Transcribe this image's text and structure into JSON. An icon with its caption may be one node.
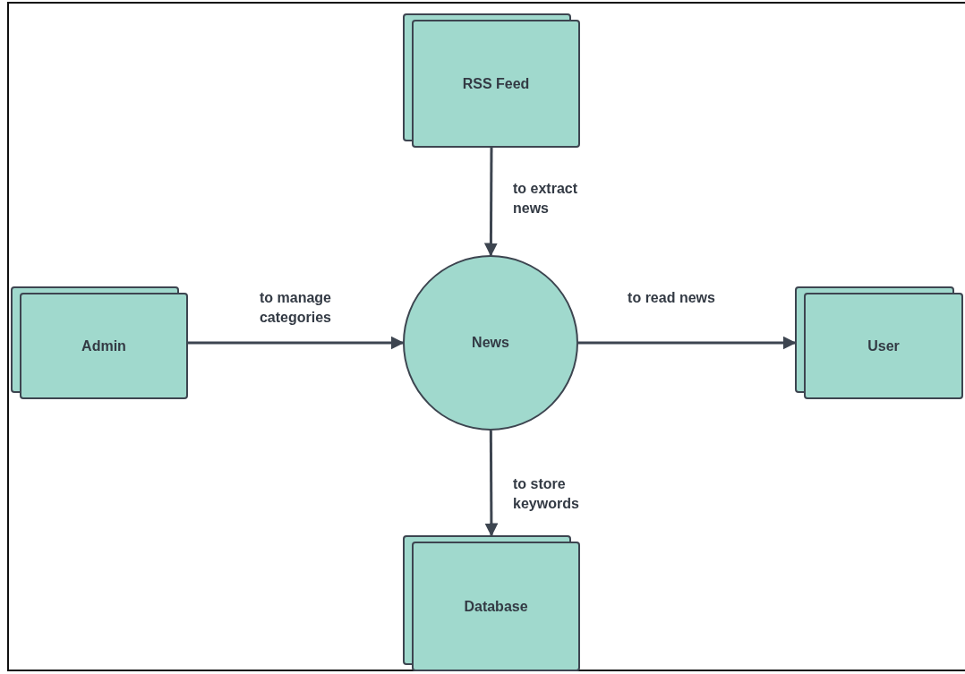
{
  "diagram": {
    "nodes": [
      {
        "text": [
          "RSS Feed"
        ]
      },
      {
        "text": [
          "Admin"
        ]
      },
      {
        "text": [
          "News"
        ]
      },
      {
        "text": [
          "User"
        ]
      },
      {
        "text": [
          "Database"
        ]
      }
    ],
    "edges": [
      {
        "from": 0,
        "to": 2,
        "arrow": "to",
        "label": "to extract news"
      },
      {
        "from": 1,
        "to": 2,
        "arrow": "to",
        "label": "to manage categories"
      },
      {
        "from": 2,
        "to": 3,
        "arrow": "to",
        "label": "to read news"
      },
      {
        "from": 2,
        "to": 4,
        "arrow": "to",
        "label": "to store keywords"
      }
    ]
  }
}
